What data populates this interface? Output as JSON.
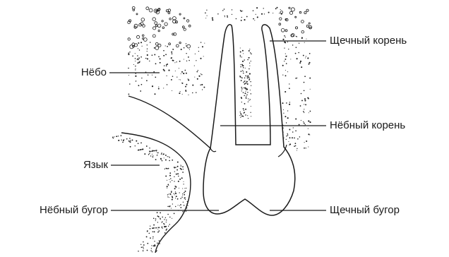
{
  "labels": {
    "palate": "Нёбо",
    "tongue": "Язык",
    "palatal_cusp": "Нёбный бугор",
    "buccal_root": "Щечный корень",
    "palatal_root": "Нёбный корень",
    "buccal_cusp": "Щечный бугор"
  },
  "colors": {
    "ink": "#1a1a1a",
    "background": "#ffffff"
  }
}
